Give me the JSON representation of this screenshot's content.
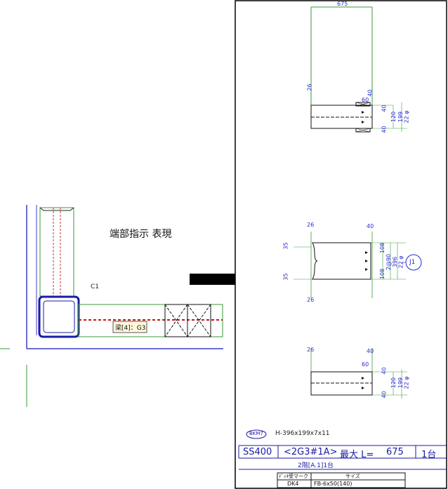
{
  "left_view": {
    "heading": "端部指示 表現",
    "column_label": "C1",
    "beam_label": "梁[4]：G3"
  },
  "elevation_top": {
    "dim_overall": "675",
    "dim_left": "26",
    "dim_60": "60",
    "dim_40a": "40",
    "dim_40b": "40",
    "dim_40c": "40",
    "dim_120": "120",
    "dim_199": "199",
    "dim_22phi": "22 φ"
  },
  "elevation_mid": {
    "dim_26_top": "26",
    "dim_40_top": "40",
    "dim_35a": "35",
    "dim_35b": "35",
    "dim_26_bot": "26",
    "dim_108a": "108",
    "dim_2at90": "2@90",
    "dim_396": "396",
    "dim_22phi": "22 φ",
    "dim_108b": "108",
    "callout": "J1"
  },
  "elevation_bot": {
    "dim_26": "26",
    "dim_40a": "40",
    "dim_60": "60",
    "dim_40b": "40",
    "dim_40c": "40",
    "dim_120": "120",
    "dim_199": "199",
    "dim_22phi": "22 φ"
  },
  "title_block": {
    "tag": "BKM7",
    "section": "H-396x199x7x11",
    "material": "SS400",
    "mark": "<2G3#1A>",
    "length_label": "最大 L=",
    "length_value": "675",
    "count": "1台",
    "location": "2階[A.1]1台",
    "table_headers": [
      "ﾃﾞｯｷ受マーク",
      "サイズ"
    ],
    "table_row": [
      "DK4",
      "FB-6x50(140)"
    ]
  }
}
